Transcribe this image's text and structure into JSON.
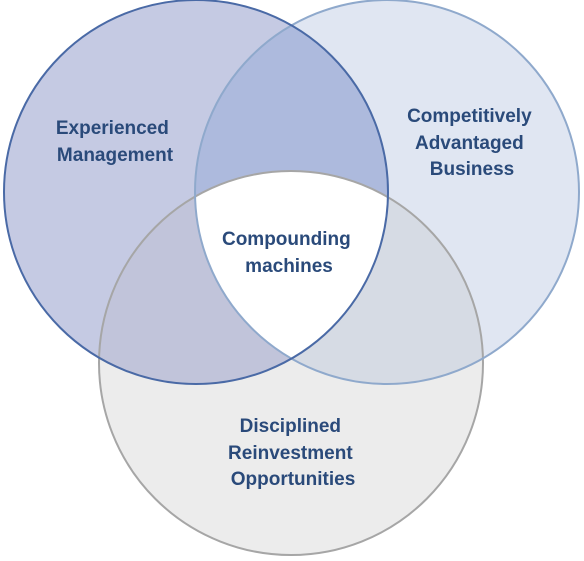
{
  "diagram": {
    "title": "",
    "sets": [
      {
        "name": "experienced-management",
        "lines": [
          "Experienced",
          "Management"
        ],
        "fill": "#c5cae3",
        "stroke": "#4a6aa6"
      },
      {
        "name": "competitively-advantaged-business",
        "lines": [
          "Competitively",
          "Advantaged",
          "Business"
        ],
        "fill": "#e0e6f2",
        "stroke": "#8fa9cc"
      },
      {
        "name": "disciplined-reinvestment-opportunities",
        "lines": [
          "Disciplined",
          "Reinvestment",
          "Opportunities"
        ],
        "fill": "#ececec",
        "stroke": "#a6a6a6"
      }
    ],
    "overlaps": {
      "management_business_fill": "#adbadd",
      "management_reinvestment_fill": "#c1c4da",
      "business_reinvestment_fill": "#d6dbe4"
    },
    "center": {
      "lines": [
        "Compounding",
        "machines"
      ],
      "fill": "#ffffff"
    },
    "text_color": "#2a4a7a"
  }
}
